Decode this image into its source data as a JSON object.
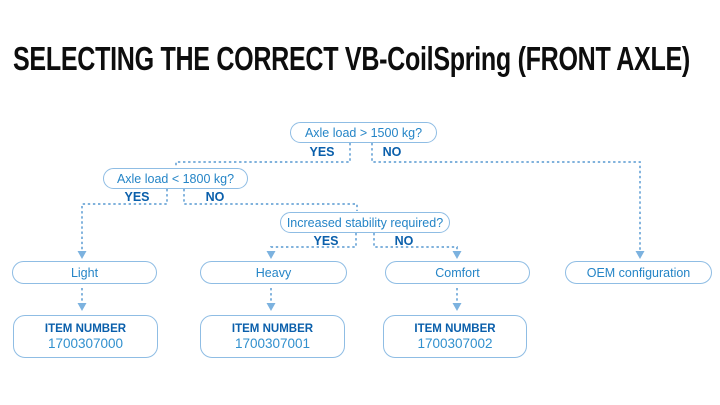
{
  "title": "SELECTING THE CORRECT VB-CoilSpring (FRONT AXLE)",
  "colors": {
    "line_blue": "#6ea7d8",
    "border_blue": "#8fbde4",
    "text_blue": "#2585c7",
    "label_dark_blue": "#0a5fab",
    "number_blue": "#3190ce",
    "title_black": "#0d0d0d"
  },
  "flowchart": {
    "decisions": [
      {
        "question": "Axle load > 1500 kg?",
        "yes_label": "YES",
        "no_label": "NO",
        "yes_leads_to": "Axle load < 1800 kg?",
        "no_leads_to": "OEM configuration"
      },
      {
        "question": "Axle load < 1800 kg?",
        "yes_label": "YES",
        "no_label": "NO",
        "yes_leads_to": "Light",
        "no_leads_to": "Increased stability required?"
      },
      {
        "question": "Increased stability required?",
        "yes_label": "YES",
        "no_label": "NO",
        "yes_leads_to": "Heavy",
        "no_leads_to": "Comfort"
      }
    ],
    "results": [
      {
        "label": "Light",
        "item_label": "ITEM NUMBER",
        "item_number": "1700307000"
      },
      {
        "label": "Heavy",
        "item_label": "ITEM NUMBER",
        "item_number": "1700307001"
      },
      {
        "label": "Comfort",
        "item_label": "ITEM NUMBER",
        "item_number": "1700307002"
      },
      {
        "label": "OEM configuration"
      }
    ]
  }
}
